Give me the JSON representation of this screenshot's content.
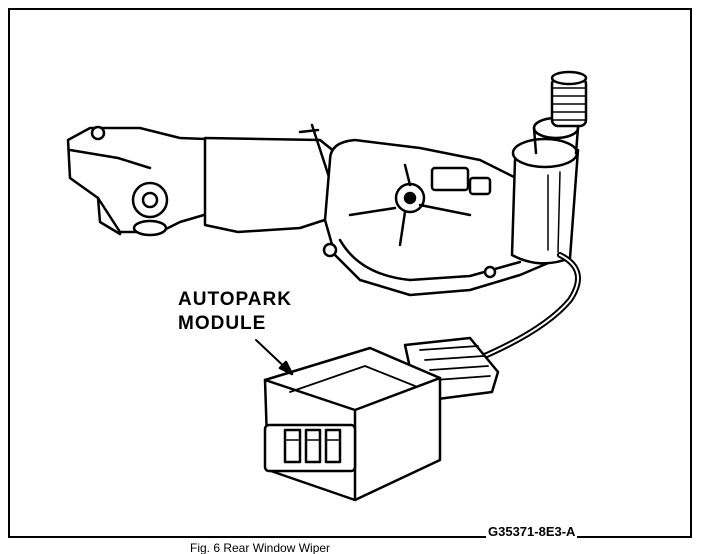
{
  "callout": {
    "line1": "AUTOPARK",
    "line2": "MODULE"
  },
  "figure_number": "G35371-8E3-A",
  "caption": "Fig. 6 Rear Window Wiper"
}
